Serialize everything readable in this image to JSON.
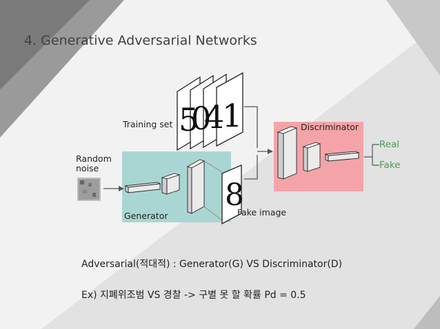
{
  "slide": {
    "title": "4. Generative Adversarial Networks"
  },
  "diagram": {
    "training_set_label": "Training set",
    "random_noise_label_line1": "Random",
    "random_noise_label_line2": "noise",
    "generator_label": "Generator",
    "discriminator_label": "Discriminator",
    "fake_image_label": "Fake image",
    "real_label": "Real",
    "fake_label": "Fake",
    "training_digits": [
      "5",
      "0",
      "4",
      "1"
    ],
    "fake_digit": "8",
    "colors": {
      "generator_box": "#a9d6d3",
      "discriminator_box": "#f4a4a8",
      "real_fake_text": "#4d9a55",
      "arrow": "#555555"
    }
  },
  "text": {
    "line1": "Adversarial(적대적) : Generator(G) VS Discriminator(D)",
    "line2": "Ex) 지폐위조범 VS 경찰 ->  구별 못 할 확률 Pd = 0.5"
  }
}
